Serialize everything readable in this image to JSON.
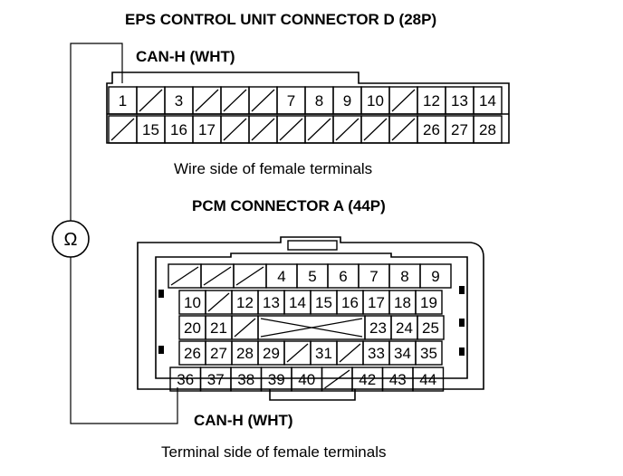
{
  "eps": {
    "title": "EPS CONTROL UNIT CONNECTOR D (28P)",
    "can_label": "CAN-H (WHT)",
    "caption": "Wire side of female terminals",
    "row1": [
      "1",
      "/",
      "3",
      "/",
      "/",
      "/",
      "7",
      "8",
      "9",
      "10",
      "/",
      "12",
      "13",
      "14"
    ],
    "row2": [
      "/",
      "15",
      "16",
      "17",
      "/",
      "/",
      "/",
      "/",
      "/",
      "/",
      "/",
      "26",
      "27",
      "28"
    ]
  },
  "pcm": {
    "title": "PCM CONNECTOR A (44P)",
    "can_label": "CAN-H (WHT)",
    "caption": "Terminal side of female terminals",
    "row1": [
      "/",
      "/",
      "/",
      "4",
      "5",
      "6",
      "7",
      "8",
      "9"
    ],
    "row2": [
      "10",
      "/",
      "12",
      "13",
      "14",
      "15",
      "16",
      "17",
      "18",
      "19"
    ],
    "row3": [
      "20",
      "21",
      "/",
      "X",
      "23",
      "24",
      "25"
    ],
    "row4": [
      "26",
      "27",
      "28",
      "29",
      "/",
      "31",
      "/",
      "33",
      "34",
      "35"
    ],
    "row5": [
      "36",
      "37",
      "38",
      "39",
      "40",
      "/",
      "42",
      "43",
      "44"
    ]
  },
  "meter": {
    "symbol": "Ω",
    "icon": "ohmmeter-icon"
  }
}
